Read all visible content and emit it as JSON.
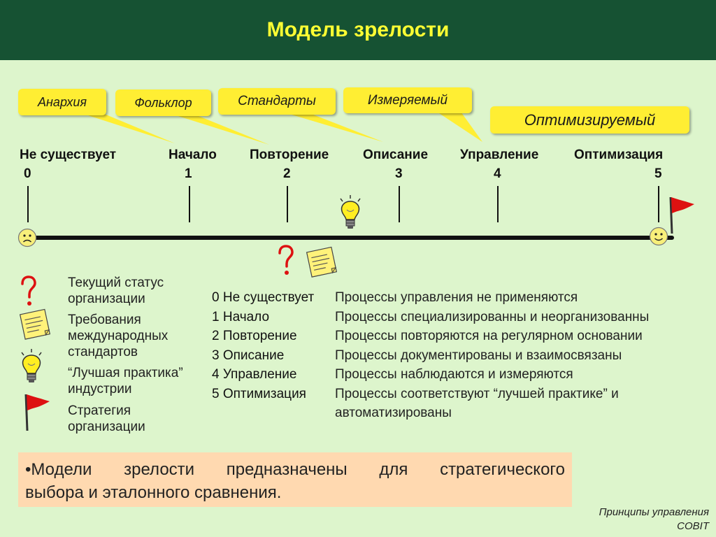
{
  "header": {
    "title": "Модель зрелости"
  },
  "callouts": [
    {
      "label": "Анархия"
    },
    {
      "label": "Фольклор"
    },
    {
      "label": "Стандарты"
    },
    {
      "label": "Измеряемый"
    },
    {
      "label": "Оптимизируемый"
    }
  ],
  "stages": [
    {
      "name": "Не существует",
      "num": "0"
    },
    {
      "name": "Начало",
      "num": "1"
    },
    {
      "name": "Повторение",
      "num": "2"
    },
    {
      "name": "Описание",
      "num": "3"
    },
    {
      "name": "Управление",
      "num": "4"
    },
    {
      "name": "Оптимизация",
      "num": "5"
    }
  ],
  "legend": [
    {
      "icon": "question-mark-icon",
      "text": "Текущий статус организации"
    },
    {
      "icon": "sticky-note-icon",
      "text": "Требования международных стандартов"
    },
    {
      "icon": "lightbulb-icon",
      "text": "“Лучшая практика” индустрии"
    },
    {
      "icon": "flag-icon",
      "text": "Стратегия организации"
    }
  ],
  "levels": [
    "0 Не существует",
    "1 Начало",
    "2 Повторение",
    "3 Описание",
    "4 Управление",
    "5 Оптимизация"
  ],
  "descriptions": [
    "Процессы управления не применяются",
    "Процессы специализированны и неорганизованны",
    "Процессы повторяются на регулярном основании",
    "Процессы документированы и взаимосвязаны",
    "Процессы наблюдаются и измеряются",
    "Процессы соответствуют “лучшей практике” и автоматизированы"
  ],
  "bottom": {
    "bullet": "•",
    "line1": "Модели зрелости предназначены для стратегического",
    "line2": "выбора и эталонного сравнения."
  },
  "footer": {
    "line1": "Принципы управления",
    "line2": "COBIT"
  },
  "colors": {
    "background": "#ddf5cc",
    "header": "#165233",
    "title": "#ffff33",
    "callout": "#ffee33",
    "bottom_box": "#ffd9b0",
    "flag": "#dd1111",
    "question": "#dd1111"
  }
}
